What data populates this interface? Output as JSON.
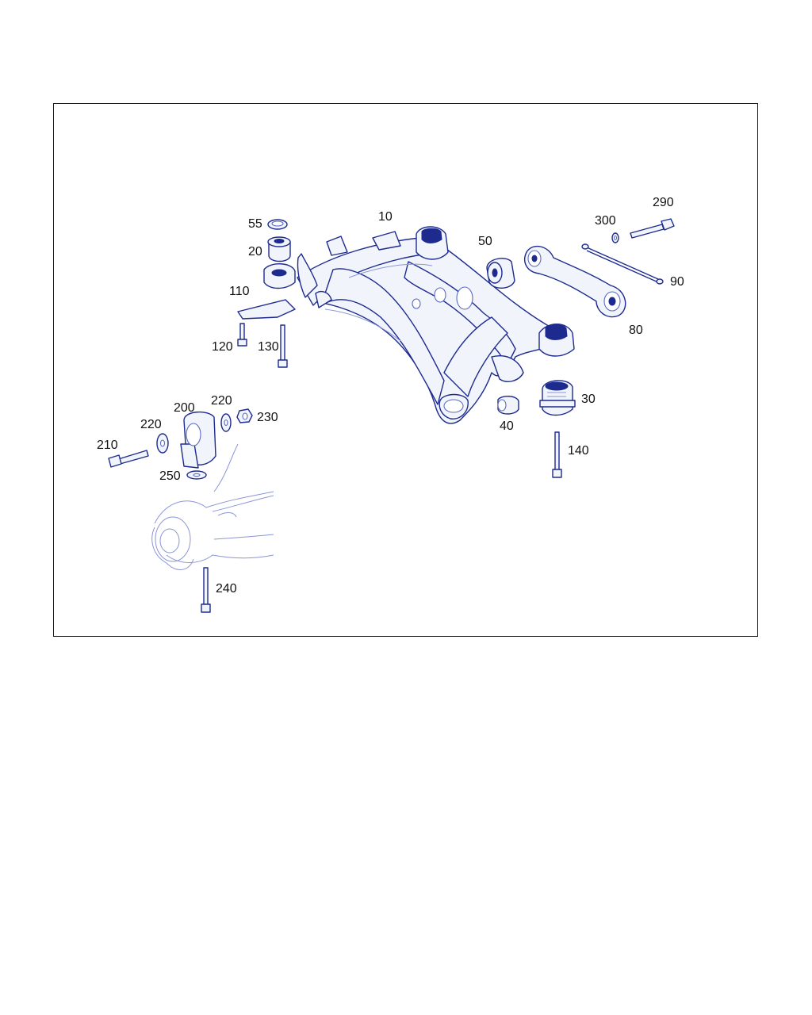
{
  "callouts": {
    "c10": "10",
    "c20": "20",
    "c30": "30",
    "c40": "40",
    "c50": "50",
    "c55": "55",
    "c80": "80",
    "c90": "90",
    "c110": "110",
    "c120": "120",
    "c130": "130",
    "c140": "140",
    "c200": "200",
    "c210": "210",
    "c220a": "220",
    "c220b": "220",
    "c230": "230",
    "c240": "240",
    "c250": "250",
    "c290": "290",
    "c300": "300"
  },
  "colors": {
    "line_art": "#1d2b8f",
    "frame": "#1a1a1a",
    "background": "#ffffff"
  }
}
